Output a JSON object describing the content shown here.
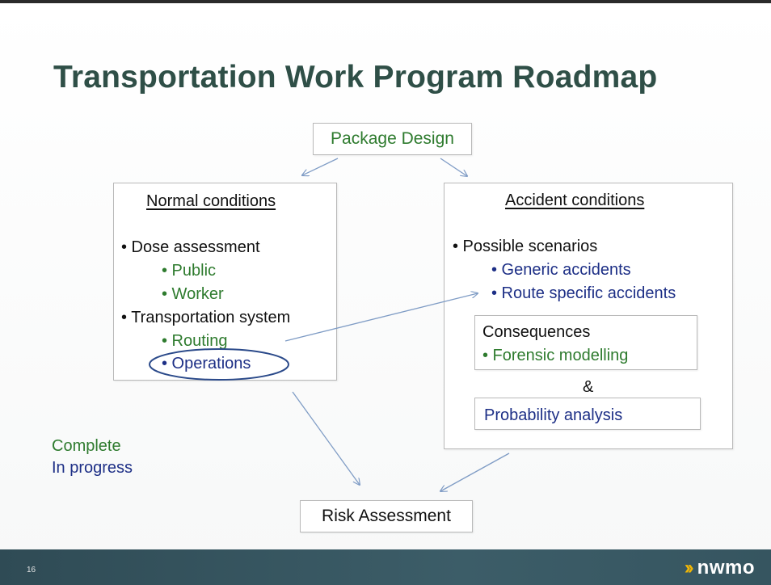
{
  "title": "Transportation Work Program Roadmap",
  "package_design": "Package Design",
  "normal": {
    "heading": "Normal conditions",
    "dose": "• Dose assessment",
    "public": "• Public",
    "worker": "• Worker",
    "transport": "• Transportation system",
    "routing": "• Routing",
    "operations": "• Operations"
  },
  "accident": {
    "heading": "Accident conditions",
    "scenarios": "• Possible scenarios",
    "generic": "• Generic accidents",
    "route": "• Route specific accidents",
    "consequences": "Consequences",
    "forensic": "• Forensic modelling",
    "amp": "&",
    "probability": "Probability analysis"
  },
  "risk_assessment": "Risk Assessment",
  "legend": {
    "complete": "Complete",
    "in_progress": "In progress"
  },
  "footer": {
    "page_number": "16",
    "logo": "nwmo"
  },
  "colors": {
    "title": "#2f4f47",
    "complete": "#2e7b2e",
    "in_progress": "#1d2f86",
    "arrow": "#7f9cc5",
    "ellipse": "#2b4a8a",
    "footer": "#2f4b55",
    "logo_accent": "#f2b705"
  }
}
